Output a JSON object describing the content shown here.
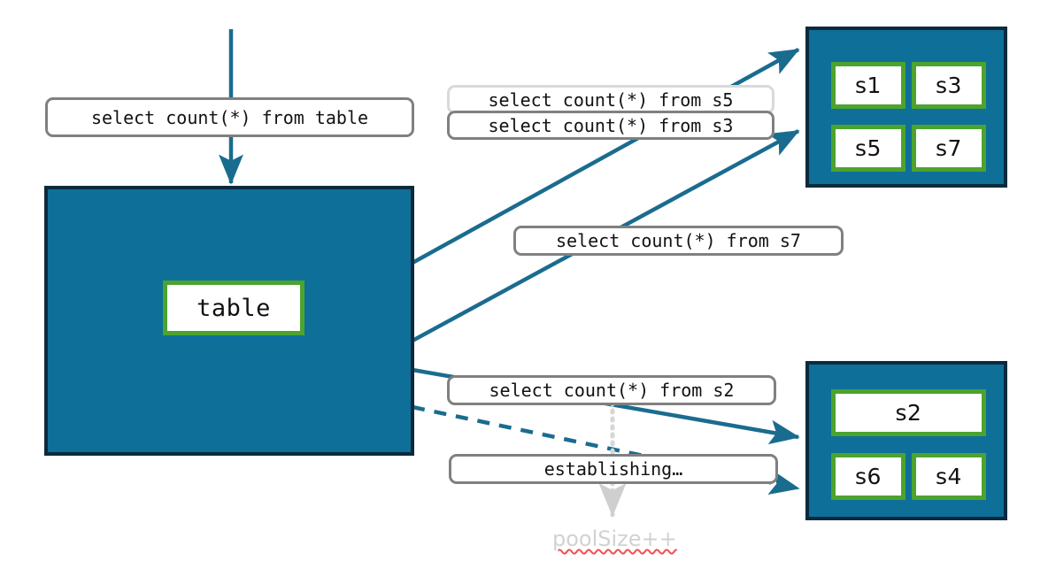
{
  "diagram": {
    "title": "connection pool fan-out diagram",
    "colors": {
      "panel_fill": "#0E6F99",
      "panel_border": "#0D2A3D",
      "node_border": "#4CA32E",
      "node_fill": "#FFFFFF",
      "arrow": "#1A6C8F",
      "label_border": "#808080",
      "label_border_light": "#D9D9D9",
      "dotted_arrow": "#D0D0D0",
      "pool_text": "#D2D2D2",
      "spell_underline": "#F05050"
    }
  },
  "table_group": {
    "node_label": "table"
  },
  "labels": {
    "from_table": "select count(*) from table",
    "from_s5": "select count(*) from s5",
    "from_s3": "select count(*) from s3",
    "from_s7": "select count(*) from s7",
    "from_s2": "select count(*) from s2",
    "establishing": "establishing…",
    "pool_size": "poolSize++"
  },
  "server_group_top": {
    "nodes": [
      {
        "label": "s1"
      },
      {
        "label": "s3"
      },
      {
        "label": "s5"
      },
      {
        "label": "s7"
      }
    ]
  },
  "server_group_bottom": {
    "nodes": [
      {
        "label": "s2"
      },
      {
        "label": "s6"
      },
      {
        "label": "s4"
      }
    ]
  }
}
